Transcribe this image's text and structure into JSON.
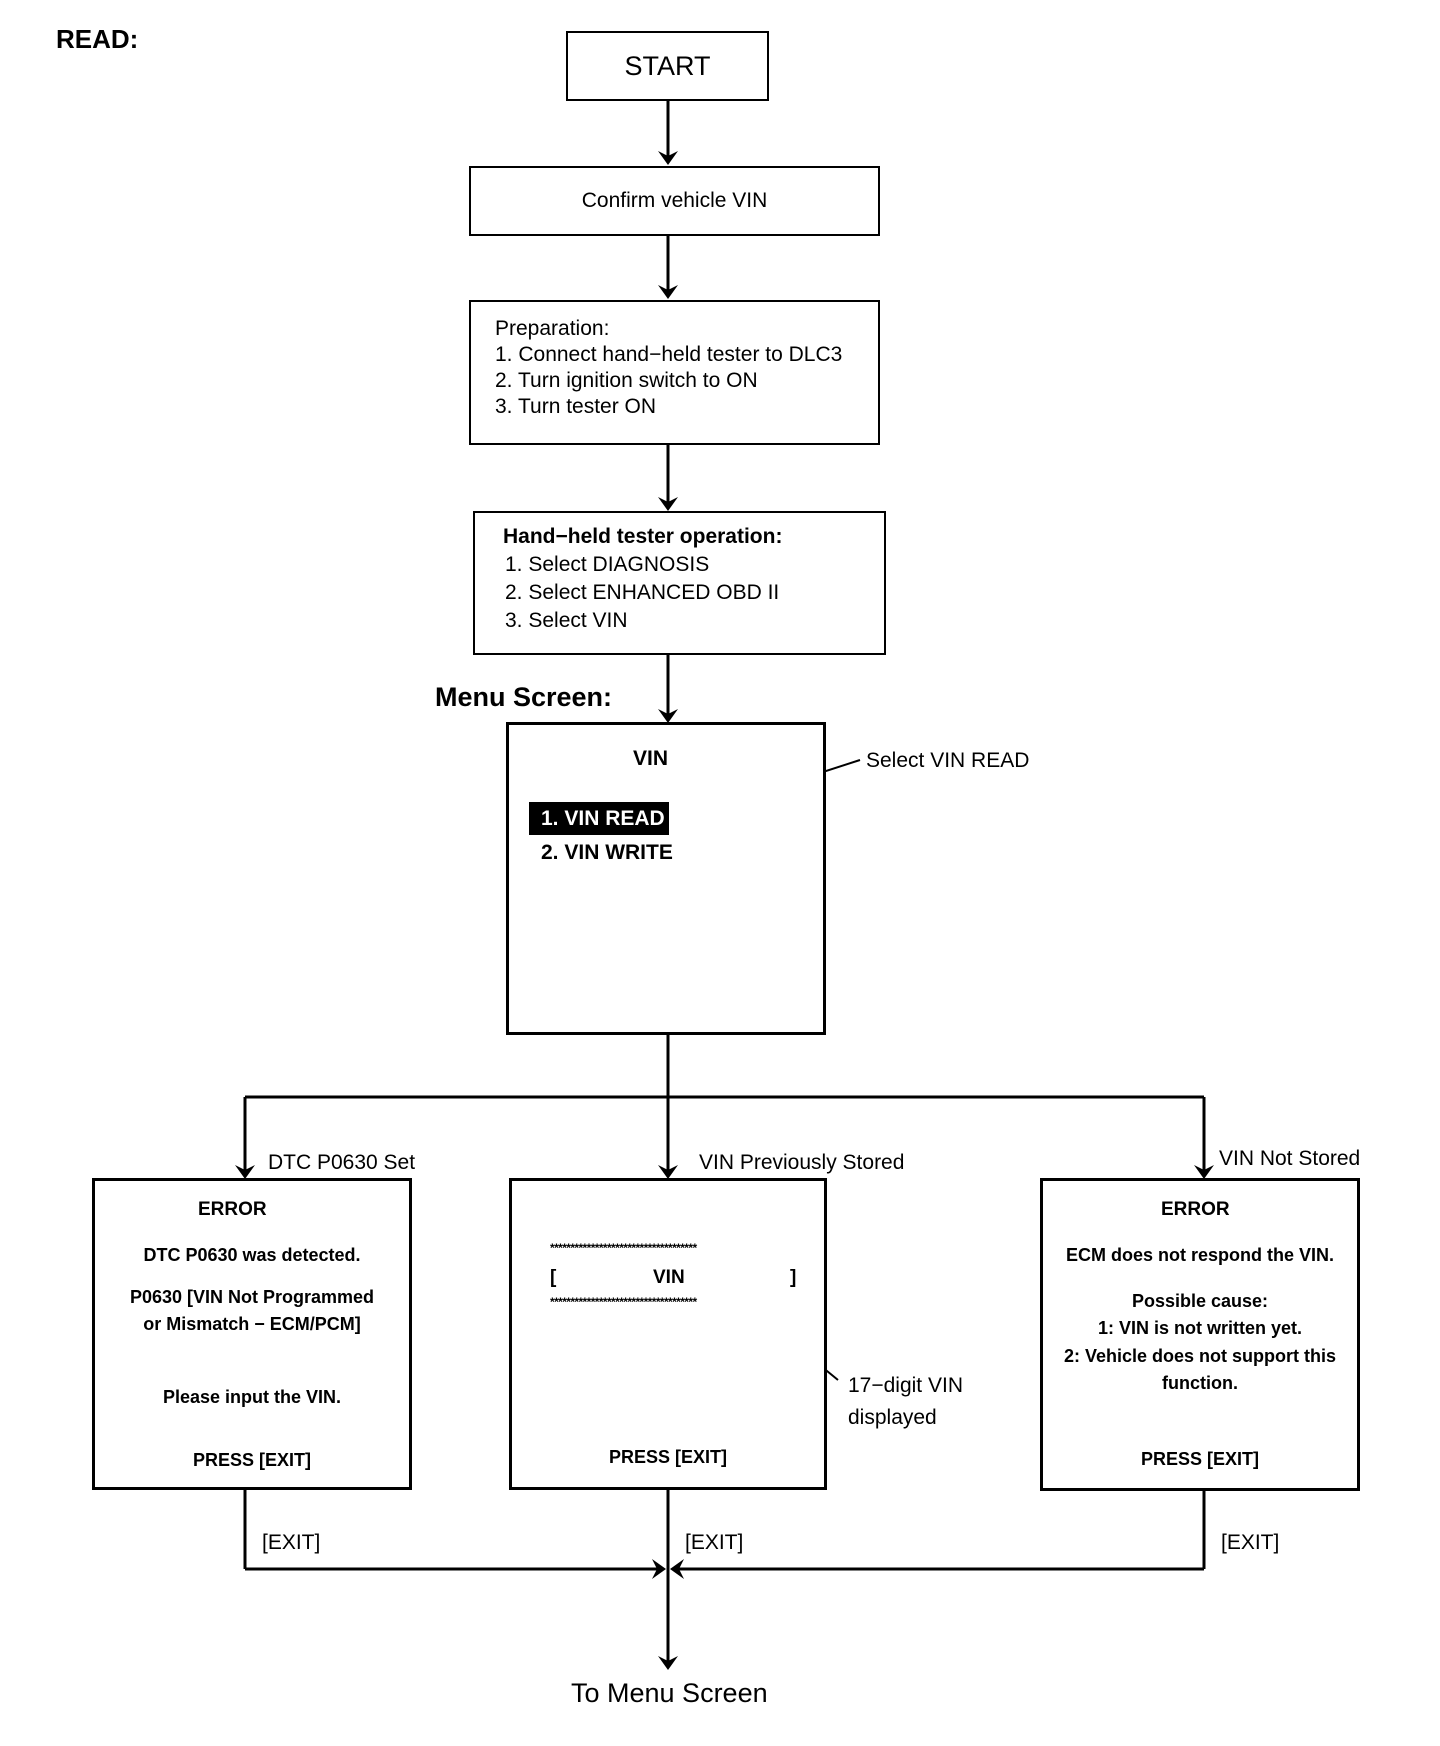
{
  "heading": "READ:",
  "start": "START",
  "confirm": "Confirm vehicle VIN",
  "preparation": {
    "title": "Preparation:",
    "steps": [
      "1. Connect hand−held tester to DLC3",
      "2. Turn ignition switch to ON",
      "3. Turn tester ON"
    ]
  },
  "tester_operation": {
    "title": "Hand−held tester operation:",
    "steps": [
      "1. Select DIAGNOSIS",
      "2. Select ENHANCED OBD II",
      "3. Select VIN"
    ]
  },
  "menu_screen_label": "Menu Screen:",
  "menu": {
    "title": "VIN",
    "items": [
      "1. VIN READ",
      "2. VIN WRITE"
    ],
    "callout": "Select VIN READ"
  },
  "branches": {
    "left_label": "DTC P0630 Set",
    "middle_label": "VIN Previously Stored",
    "right_label": "VIN Not Stored"
  },
  "error_left": {
    "title": "ERROR",
    "line1": "DTC P0630 was detected.",
    "line2": "P0630  [VIN Not Programmed",
    "line3": "or Mismatch − ECM/PCM]",
    "line4": "Please input the VIN.",
    "press": "PRESS [EXIT]"
  },
  "vin_screen": {
    "stars_top": "************************************",
    "bracket_left": "[",
    "vin": "VIN",
    "bracket_right": "]",
    "stars_bottom": "************************************",
    "press": "PRESS [EXIT]",
    "callout_line1": "17−digit VIN",
    "callout_line2": "displayed"
  },
  "error_right": {
    "title": "ERROR",
    "line1": "ECM does not respond the VIN.",
    "line2": "Possible cause:",
    "line3": "1: VIN is not written yet.",
    "line4": "2: Vehicle does not support this",
    "line5": "function.",
    "press": "PRESS [EXIT]"
  },
  "exit_labels": [
    "[EXIT]",
    "[EXIT]",
    "[EXIT]"
  ],
  "end": "To Menu Screen"
}
